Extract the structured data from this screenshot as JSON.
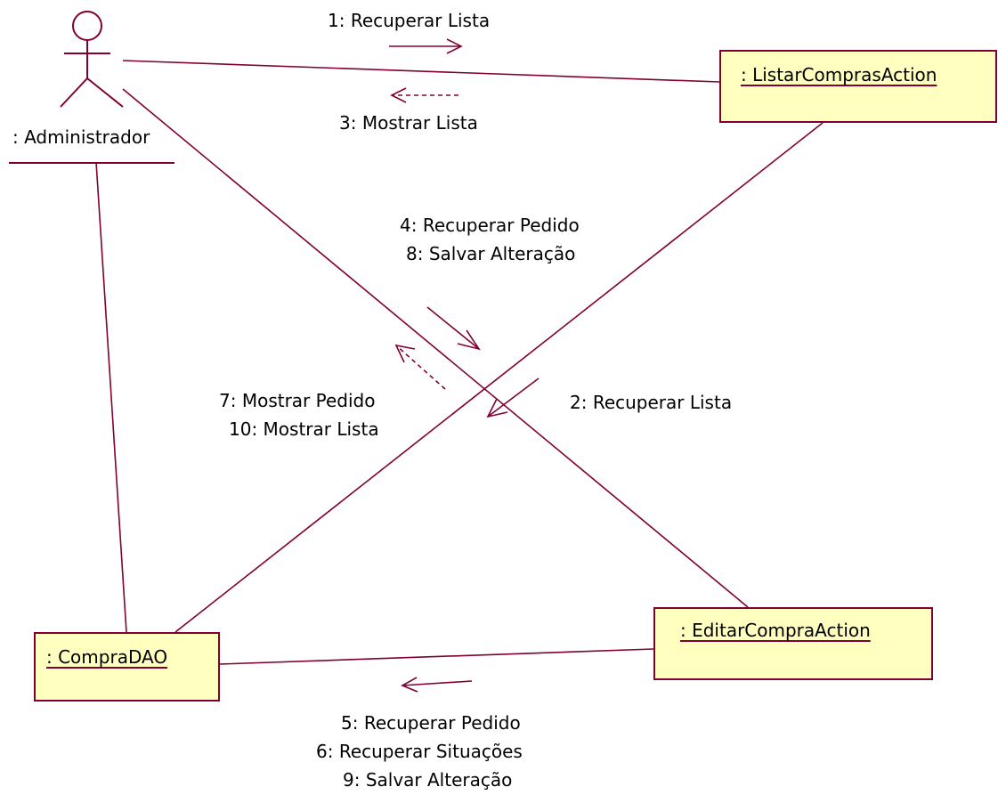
{
  "actor": {
    "name": ": Administrador"
  },
  "objects": {
    "listar": ": ListarComprasAction",
    "compra_dao": ": CompraDAO",
    "editar": ": EditarCompraAction"
  },
  "messages": {
    "m1": "1: Recuperar Lista",
    "m3": "3: Mostrar Lista",
    "m4": "4: Recuperar Pedido",
    "m8": "8: Salvar Alteração",
    "m7": "7: Mostrar Pedido",
    "m10": "10: Mostrar Lista",
    "m2": "2: Recuperar Lista",
    "m5": "5: Recuperar Pedido",
    "m6": "6: Recuperar Situações",
    "m9": "9: Salvar Alteração"
  },
  "colors": {
    "line": "#800033",
    "object_fill": "#ffffc0",
    "text": "#000000"
  }
}
